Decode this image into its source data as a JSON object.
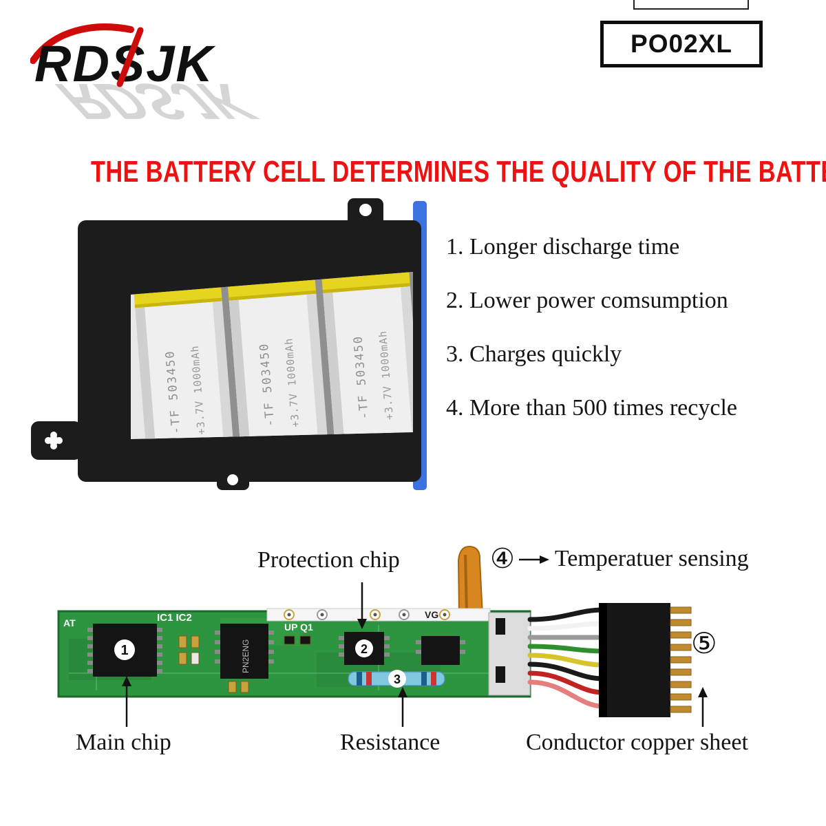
{
  "brand": {
    "logo_text": "RDSJK",
    "model_label": "PO02XL"
  },
  "headline": "THE BATTERY CELL DETERMINES THE QUALITY OF THE BATTERY",
  "features": [
    "1. Longer discharge time",
    "2. Lower power comsumption",
    "3. Charges quickly",
    "4. More than 500 times recycle"
  ],
  "battery": {
    "cell_line1": "-TF 503450",
    "cell_line2": "+3.7V 1000mAh"
  },
  "pcb": {
    "markings": {
      "at": "AT",
      "ic": "IC1 IC2",
      "chip2_vertical": "PN2ENG",
      "up_q1": "UP Q1",
      "vg": "VG"
    },
    "chip_numbers": [
      "1",
      "2",
      "3"
    ],
    "labels": {
      "protection_chip": "Protection chip",
      "temp_number": "④",
      "temperature_sensing": "Temperatuer sensing",
      "main_chip": "Main chip",
      "resistance": "Resistance",
      "conductor_number": "⑤",
      "conductor": "Conductor copper sheet"
    }
  },
  "colors": {
    "headline_red": "#ed1111",
    "pcb_green": "#2d9440",
    "cell_yellow": "#e6d41f",
    "strip_blue": "#3a72e0",
    "flex_orange": "#d8861f",
    "logo_red": "#cf0a0a"
  }
}
